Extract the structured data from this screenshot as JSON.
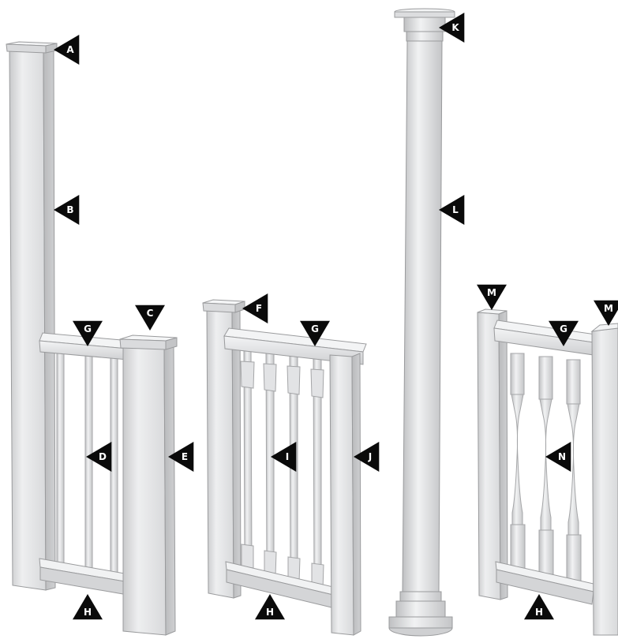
{
  "markers": [
    {
      "id": "marker-A",
      "label": "A"
    },
    {
      "id": "marker-B",
      "label": "B"
    },
    {
      "id": "marker-C",
      "label": "C"
    },
    {
      "id": "marker-D",
      "label": "D"
    },
    {
      "id": "marker-E",
      "label": "E"
    },
    {
      "id": "marker-F",
      "label": "F"
    },
    {
      "id": "marker-G-1",
      "label": "G"
    },
    {
      "id": "marker-G-2",
      "label": "G"
    },
    {
      "id": "marker-G-3",
      "label": "G"
    },
    {
      "id": "marker-H-1",
      "label": "H"
    },
    {
      "id": "marker-H-2",
      "label": "H"
    },
    {
      "id": "marker-H-3",
      "label": "H"
    },
    {
      "id": "marker-I",
      "label": "I"
    },
    {
      "id": "marker-J",
      "label": "J"
    },
    {
      "id": "marker-K",
      "label": "K"
    },
    {
      "id": "marker-L",
      "label": "L"
    },
    {
      "id": "marker-M-1",
      "label": "M"
    },
    {
      "id": "marker-M-2",
      "label": "M"
    },
    {
      "id": "marker-N",
      "label": "N"
    }
  ]
}
